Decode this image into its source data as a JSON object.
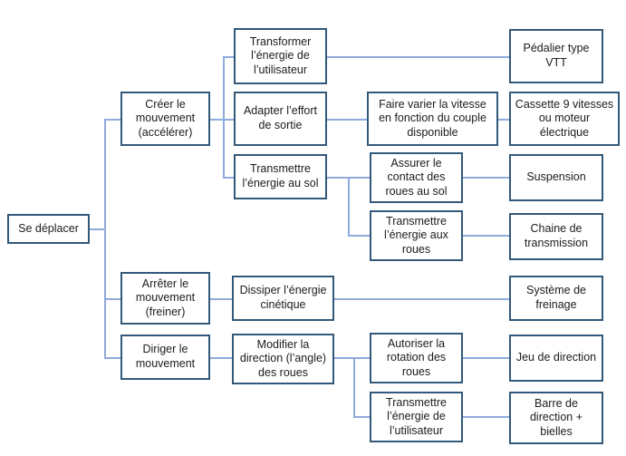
{
  "diagram": {
    "title": "Se deplacer - diagramme fonctionnel",
    "type": "tree-diagram",
    "colors": {
      "box_border": "#33597A",
      "connector": "#8FAADC",
      "background": "#FFFFFF",
      "text": "#1B1B1B"
    },
    "levels": [
      "besoin",
      "fonction-principale",
      "fonction-technique",
      "sous-fonction",
      "solution"
    ],
    "nodes": {
      "root": "Se déplacer",
      "creer": "Créer le mouvement (accélérer)",
      "transformer_energie_utilisateur": "Transformer l’énergie de l’utilisateur",
      "pedalier": "Pédalier type VTT",
      "adapter_effort": "Adapter l’effort de sortie",
      "faire_varier": "Faire varier la vitesse en fonction du couple disponible",
      "cassette": "Cassette 9 vitesses ou moteur électrique",
      "transmettre_sol": "Transmettre l’énergie au sol",
      "assurer_contact": "Assurer le contact des roues au sol",
      "suspension": "Suspension",
      "transmettre_roues": "Transmettre l’énergie aux roues",
      "chaine": "Chaine de transmission",
      "arreter": "Arrêter le mouvement (freiner)",
      "dissiper": "Dissiper l’énergie cinétique",
      "systeme_freinage": "Système de freinage",
      "diriger": "Diriger le mouvement",
      "modifier_direction": "Modifier la direction (l’angle) des roues",
      "autoriser_rotation": "Autoriser la rotation des roues",
      "jeu_direction": "Jeu de direction",
      "transmettre_energie_utilisateur": "Transmettre l’énergie de l’utilisateur",
      "barre_direction": "Barre de direction + bielles"
    },
    "edges": [
      {
        "from": "root",
        "to": "creer"
      },
      {
        "from": "root",
        "to": "arreter"
      },
      {
        "from": "root",
        "to": "diriger"
      },
      {
        "from": "creer",
        "to": "transformer_energie_utilisateur"
      },
      {
        "from": "creer",
        "to": "adapter_effort"
      },
      {
        "from": "creer",
        "to": "transmettre_sol"
      },
      {
        "from": "transformer_energie_utilisateur",
        "to": "pedalier"
      },
      {
        "from": "adapter_effort",
        "to": "faire_varier"
      },
      {
        "from": "faire_varier",
        "to": "cassette"
      },
      {
        "from": "transmettre_sol",
        "to": "assurer_contact"
      },
      {
        "from": "transmettre_sol",
        "to": "transmettre_roues"
      },
      {
        "from": "assurer_contact",
        "to": "suspension"
      },
      {
        "from": "transmettre_roues",
        "to": "chaine"
      },
      {
        "from": "arreter",
        "to": "dissiper"
      },
      {
        "from": "dissiper",
        "to": "systeme_freinage"
      },
      {
        "from": "diriger",
        "to": "modifier_direction"
      },
      {
        "from": "modifier_direction",
        "to": "autoriser_rotation"
      },
      {
        "from": "modifier_direction",
        "to": "transmettre_energie_utilisateur"
      },
      {
        "from": "autoriser_rotation",
        "to": "jeu_direction"
      },
      {
        "from": "transmettre_energie_utilisateur",
        "to": "barre_direction"
      }
    ]
  }
}
